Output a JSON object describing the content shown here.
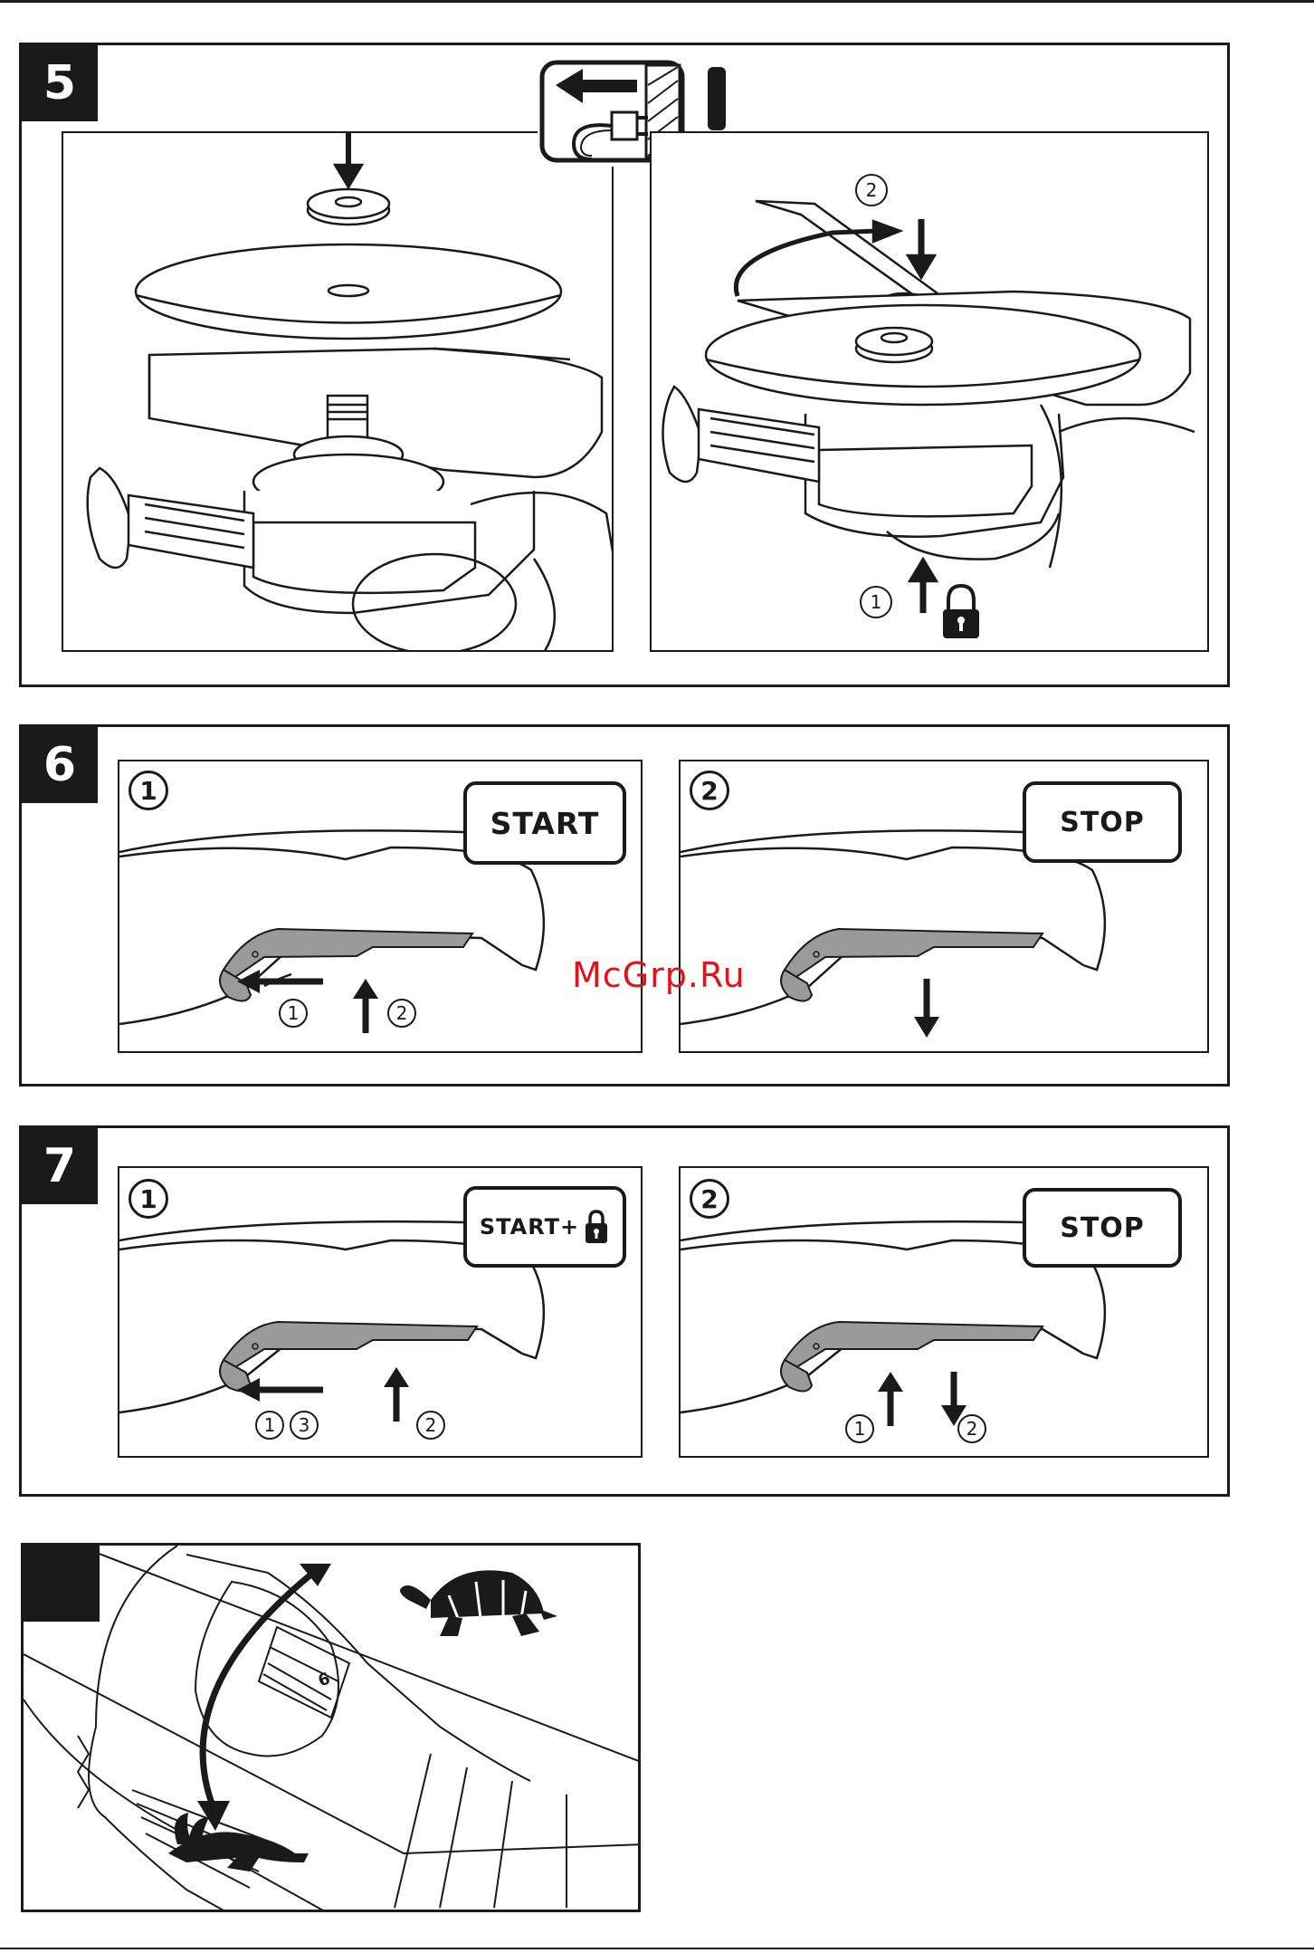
{
  "watermark": "McGrp.Ru",
  "section5": {
    "number": "5",
    "left_panel": {},
    "right_panel": {
      "step_top": "2",
      "step_bottom": "1"
    }
  },
  "section6": {
    "number": "6",
    "panel1": {
      "step": "1",
      "button_label": "START",
      "sub_a": "1",
      "sub_b": "2"
    },
    "panel2": {
      "step": "2",
      "button_label": "STOP"
    }
  },
  "section7": {
    "number": "7",
    "panel1": {
      "step": "1",
      "button_label": "START+",
      "sub_a": "1",
      "sub_b": "3",
      "sub_c": "2"
    },
    "panel2": {
      "step": "2",
      "button_label": "STOP",
      "sub_a": "1",
      "sub_b": "2"
    }
  },
  "section8": {
    "dial_value": "6"
  },
  "icons": {
    "unplug": "unplug-warning-icon",
    "lock": "lock-icon",
    "turtle": "turtle-icon",
    "hare": "hare-icon"
  },
  "colors": {
    "ink": "#1a1a1a",
    "trigger": "#9a9a9a",
    "watermark": "#e0141a"
  }
}
